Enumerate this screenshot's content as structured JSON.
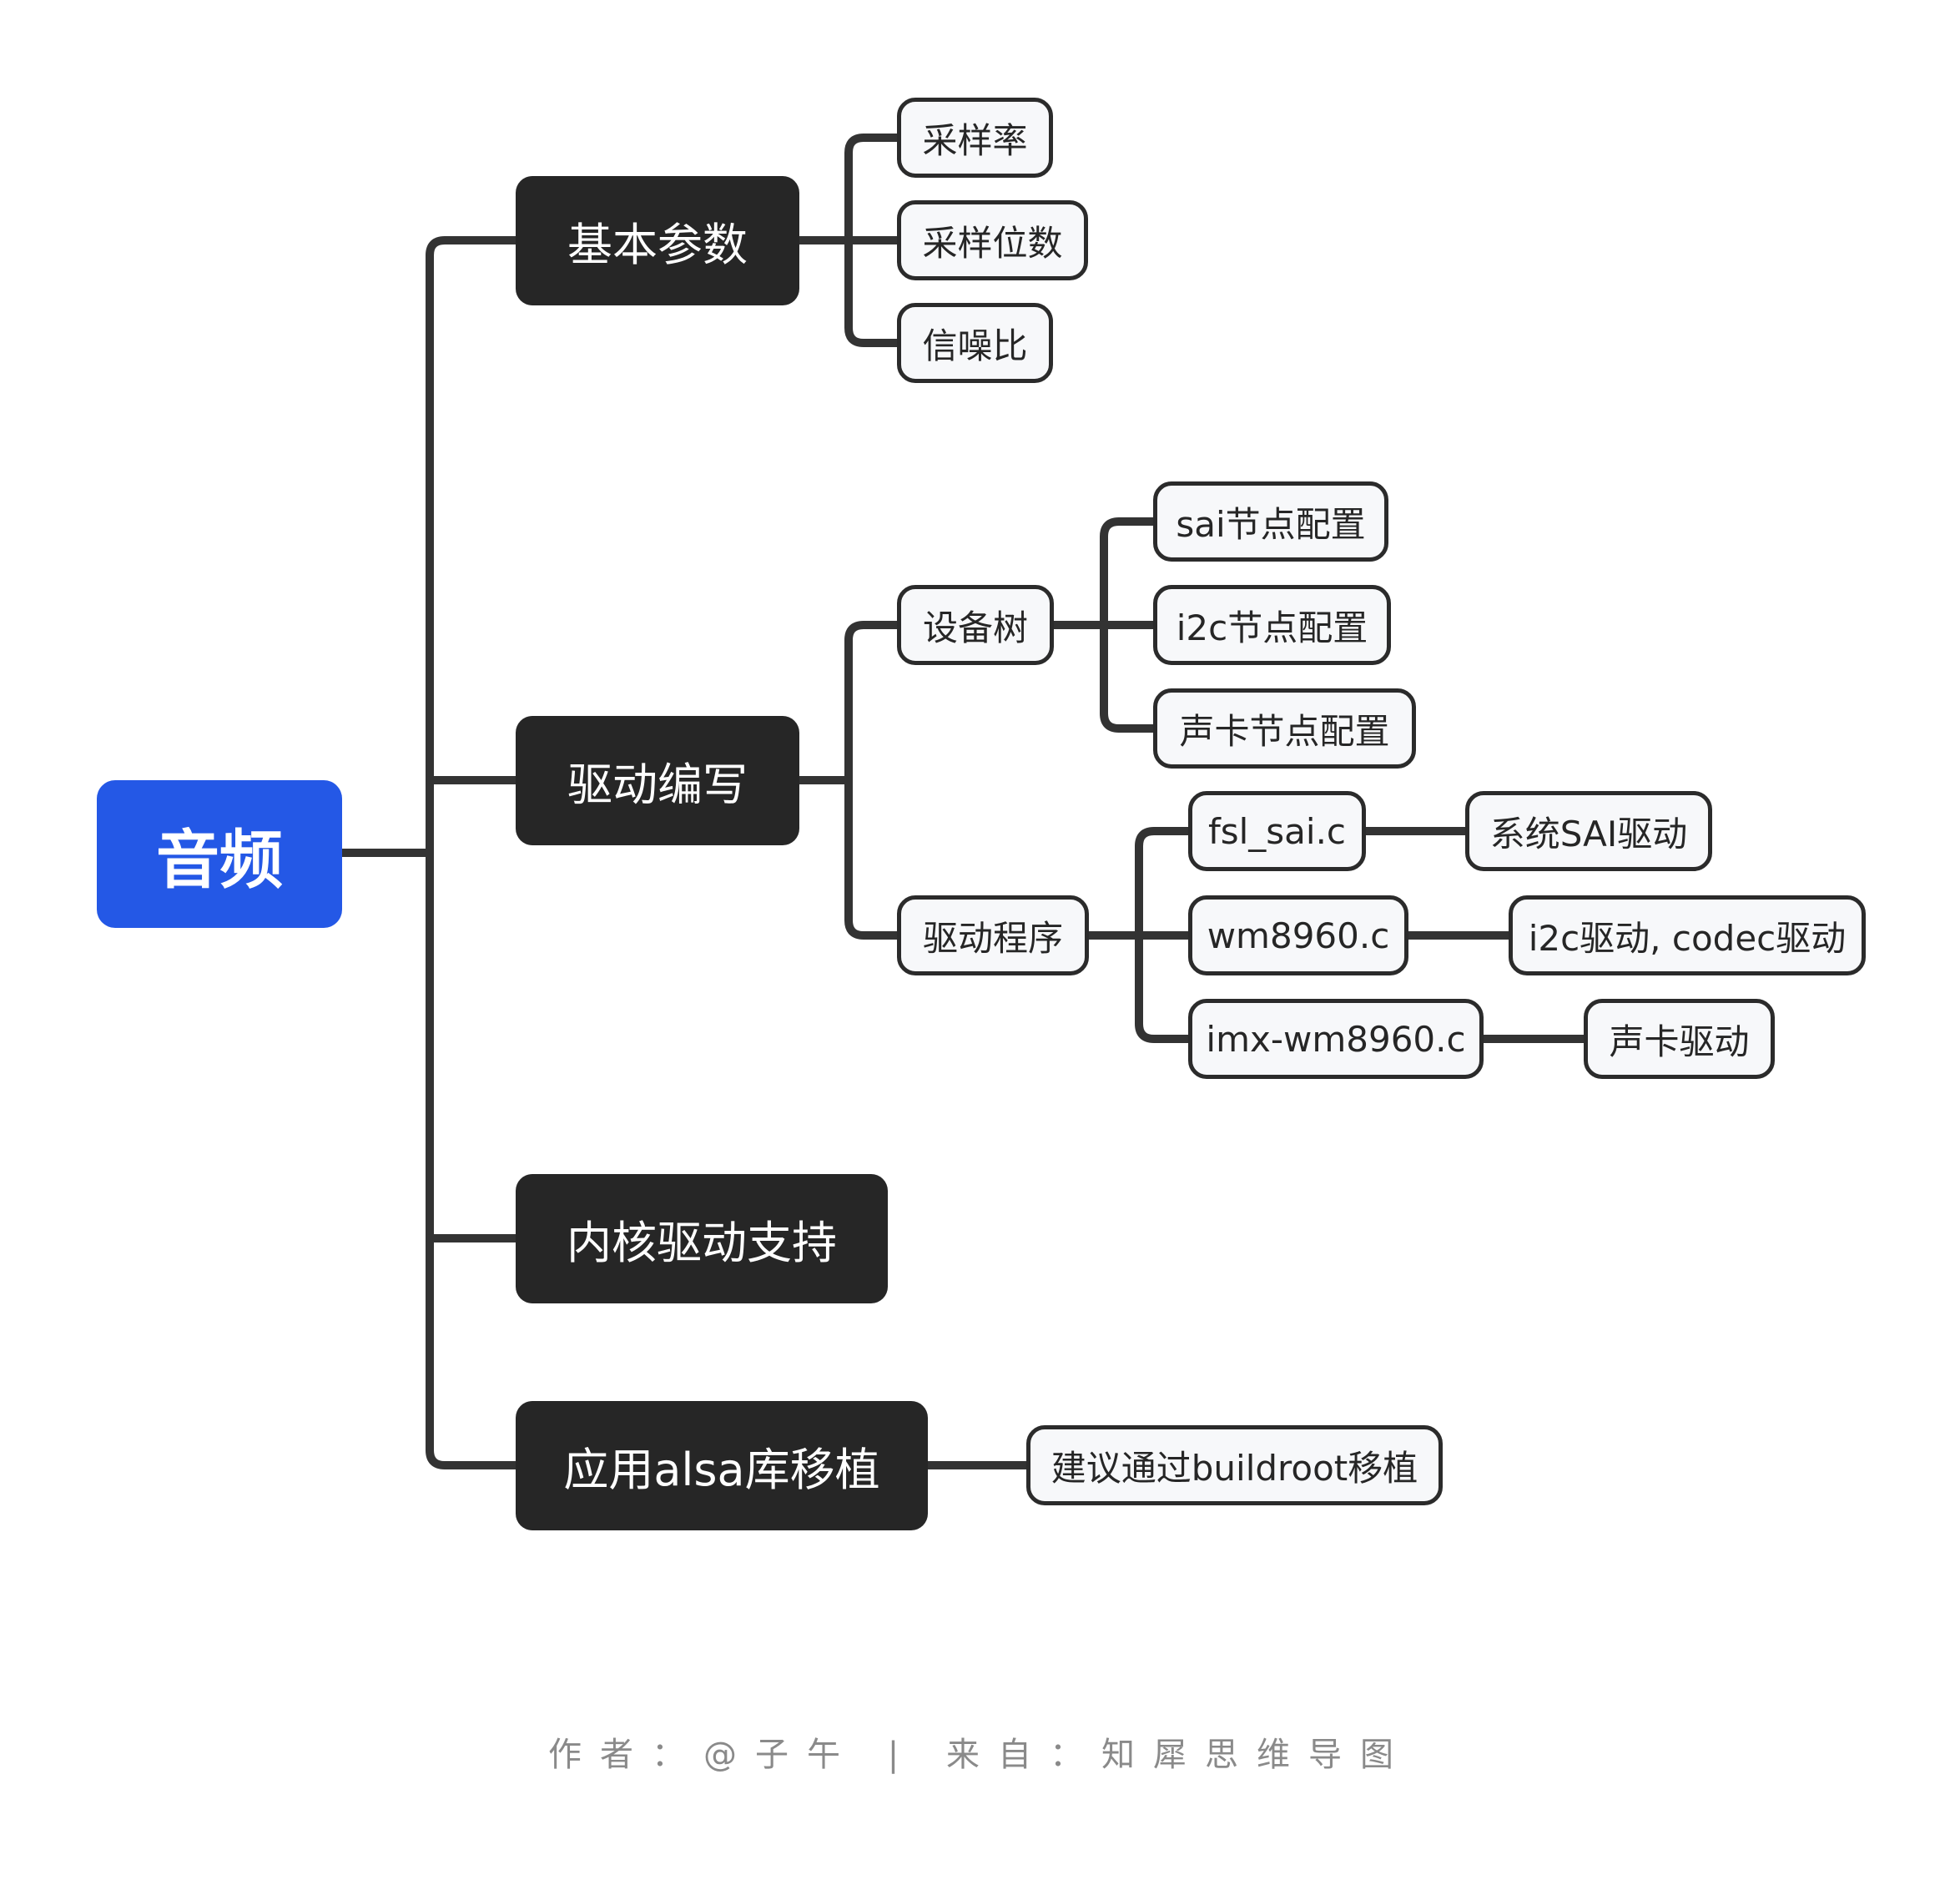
{
  "root": {
    "label": "音频"
  },
  "branches": {
    "params": {
      "label": "基本参数",
      "children": [
        "采样率",
        "采样位数",
        "信噪比"
      ]
    },
    "driver": {
      "label": "驱动编写",
      "dts": {
        "label": "设备树",
        "children": [
          "sai节点配置",
          "i2c节点配置",
          "声卡节点配置"
        ]
      },
      "program": {
        "label": "驱动程序",
        "files": [
          {
            "file": "fsl_sai.c",
            "desc": "系统SAI驱动"
          },
          {
            "file": "wm8960.c",
            "desc": "i2c驱动, codec驱动"
          },
          {
            "file": "imx-wm8960.c",
            "desc": "声卡驱动"
          }
        ]
      }
    },
    "kernel": {
      "label": "内核驱动支持"
    },
    "alsa": {
      "label": "应用alsa库移植",
      "children": [
        "建议通过buildroot移植"
      ]
    }
  },
  "footer": "作者：@子午 | 来自：知犀思维导图",
  "colors": {
    "root": "#2458e6",
    "main": "#262626",
    "leaf_bg": "#f7f8fa",
    "line": "#333333",
    "footer": "#8a8a8a"
  }
}
